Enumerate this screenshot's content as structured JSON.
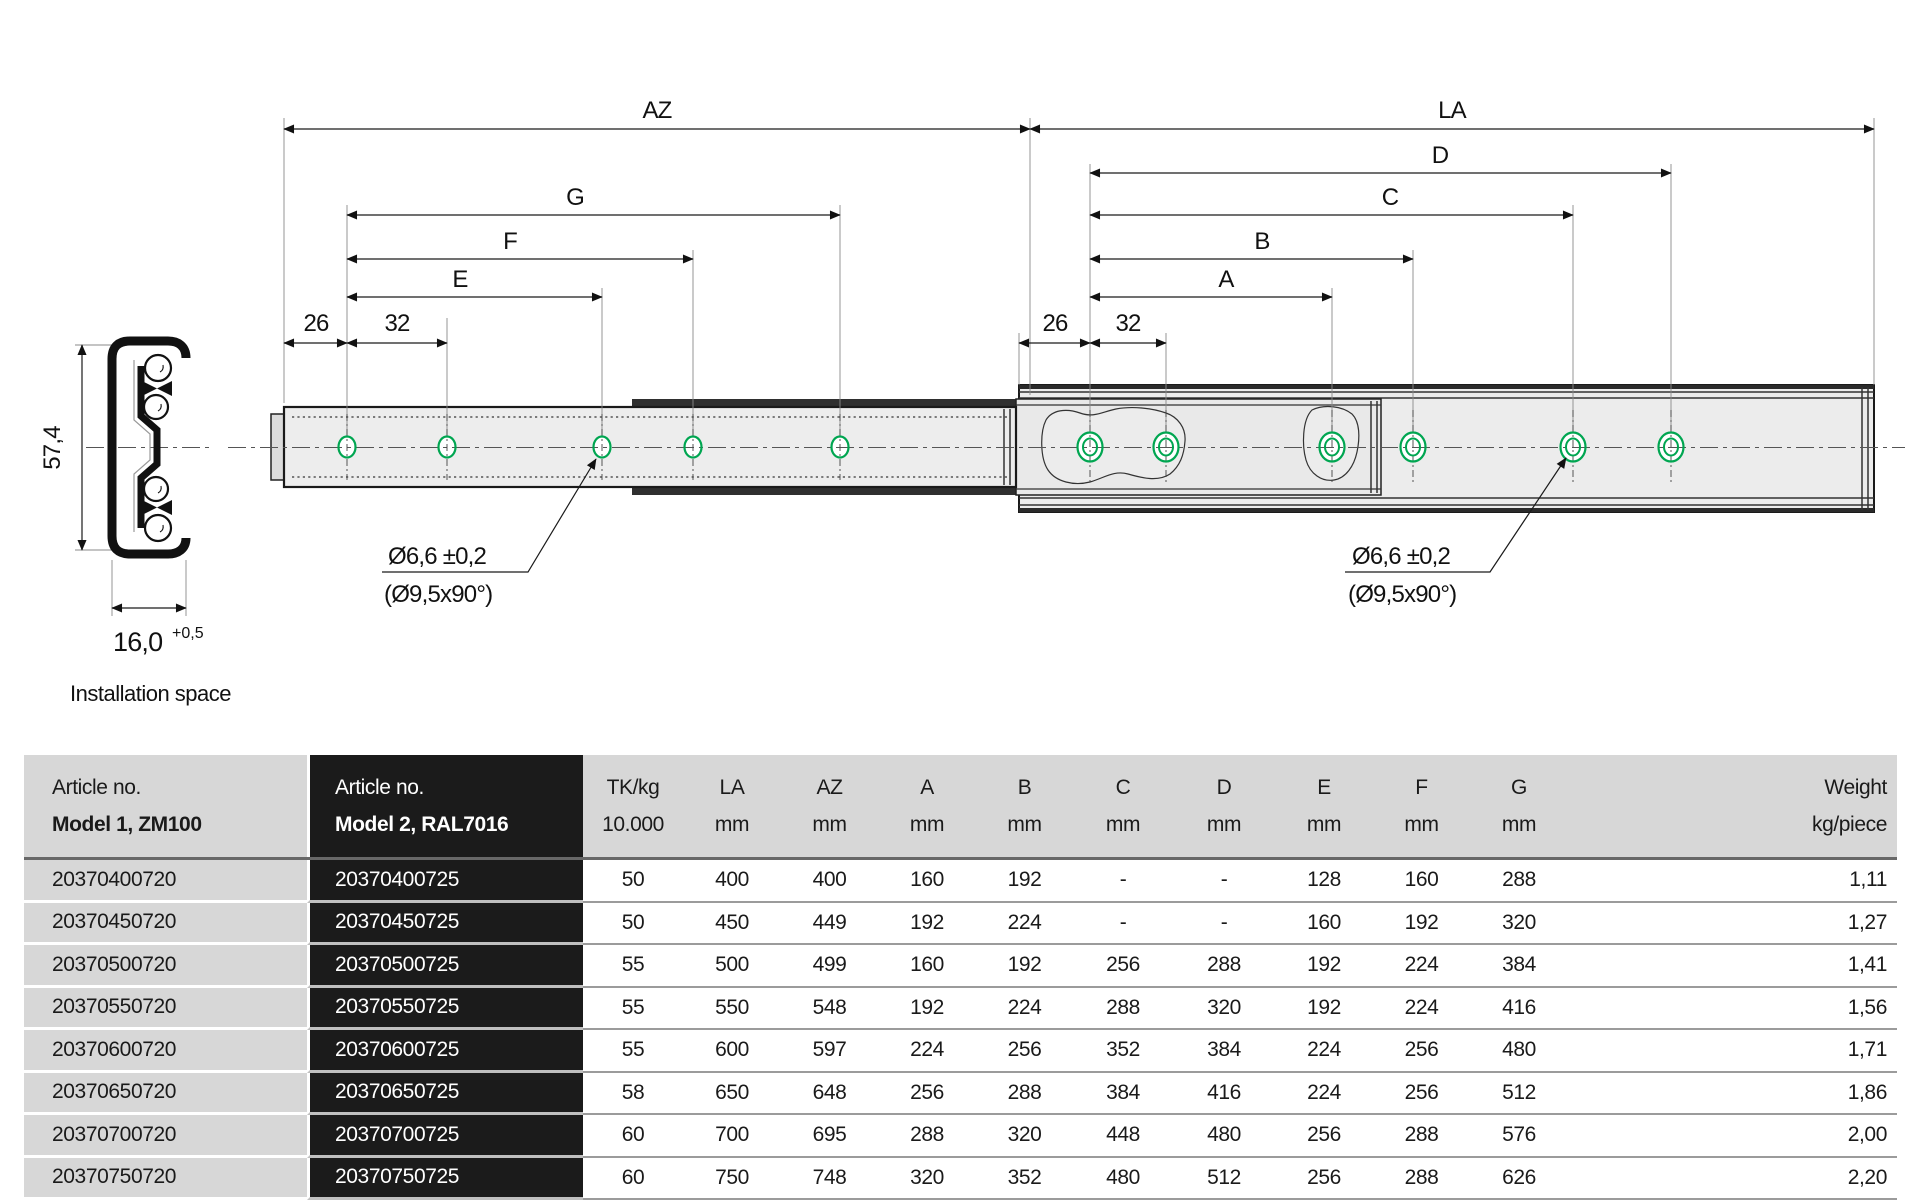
{
  "drawing": {
    "dims": {
      "AZ": "AZ",
      "LA": "LA",
      "A": "A",
      "B": "B",
      "C": "C",
      "D": "D",
      "E": "E",
      "F": "F",
      "G": "G",
      "left_offset": "26",
      "left_pitch": "32",
      "right_offset": "26",
      "right_pitch": "32"
    },
    "cross_section": {
      "height": "57,4",
      "width": "16,0",
      "width_tolerance": "+0,5",
      "caption": "Installation space"
    },
    "hole_note": {
      "line1": "Ø6,6 ±0,2",
      "line2": "(Ø9,5x90°)"
    },
    "colors": {
      "hole_ring": "#00A651"
    }
  },
  "table": {
    "header": {
      "model1": {
        "line1": "Article no.",
        "line2": "Model 1, ZM100"
      },
      "model2": {
        "line1": "Article no.",
        "line2": "Model 2, RAL7016"
      },
      "columns": [
        {
          "line1": "TK/kg",
          "line2": "10.000"
        },
        {
          "line1": "LA",
          "line2": "mm"
        },
        {
          "line1": "AZ",
          "line2": "mm"
        },
        {
          "line1": "A",
          "line2": "mm"
        },
        {
          "line1": "B",
          "line2": "mm"
        },
        {
          "line1": "C",
          "line2": "mm"
        },
        {
          "line1": "D",
          "line2": "mm"
        },
        {
          "line1": "E",
          "line2": "mm"
        },
        {
          "line1": "F",
          "line2": "mm"
        },
        {
          "line1": "G",
          "line2": "mm"
        },
        {
          "line1": "Weight",
          "line2": "kg/piece"
        }
      ]
    },
    "rows": [
      {
        "model1": "20370400720",
        "model2": "20370400725",
        "values": [
          "50",
          "400",
          "400",
          "160",
          "192",
          "-",
          "-",
          "128",
          "160",
          "288",
          "1,11"
        ]
      },
      {
        "model1": "20370450720",
        "model2": "20370450725",
        "values": [
          "50",
          "450",
          "449",
          "192",
          "224",
          "-",
          "-",
          "160",
          "192",
          "320",
          "1,27"
        ]
      },
      {
        "model1": "20370500720",
        "model2": "20370500725",
        "values": [
          "55",
          "500",
          "499",
          "160",
          "192",
          "256",
          "288",
          "192",
          "224",
          "384",
          "1,41"
        ]
      },
      {
        "model1": "20370550720",
        "model2": "20370550725",
        "values": [
          "55",
          "550",
          "548",
          "192",
          "224",
          "288",
          "320",
          "192",
          "224",
          "416",
          "1,56"
        ]
      },
      {
        "model1": "20370600720",
        "model2": "20370600725",
        "values": [
          "55",
          "600",
          "597",
          "224",
          "256",
          "352",
          "384",
          "224",
          "256",
          "480",
          "1,71"
        ]
      },
      {
        "model1": "20370650720",
        "model2": "20370650725",
        "values": [
          "58",
          "650",
          "648",
          "256",
          "288",
          "384",
          "416",
          "224",
          "256",
          "512",
          "1,86"
        ]
      },
      {
        "model1": "20370700720",
        "model2": "20370700725",
        "values": [
          "60",
          "700",
          "695",
          "288",
          "320",
          "448",
          "480",
          "256",
          "288",
          "576",
          "2,00"
        ]
      },
      {
        "model1": "20370750720",
        "model2": "20370750725",
        "values": [
          "60",
          "750",
          "748",
          "320",
          "352",
          "480",
          "512",
          "256",
          "288",
          "626",
          "2,20"
        ]
      }
    ]
  }
}
